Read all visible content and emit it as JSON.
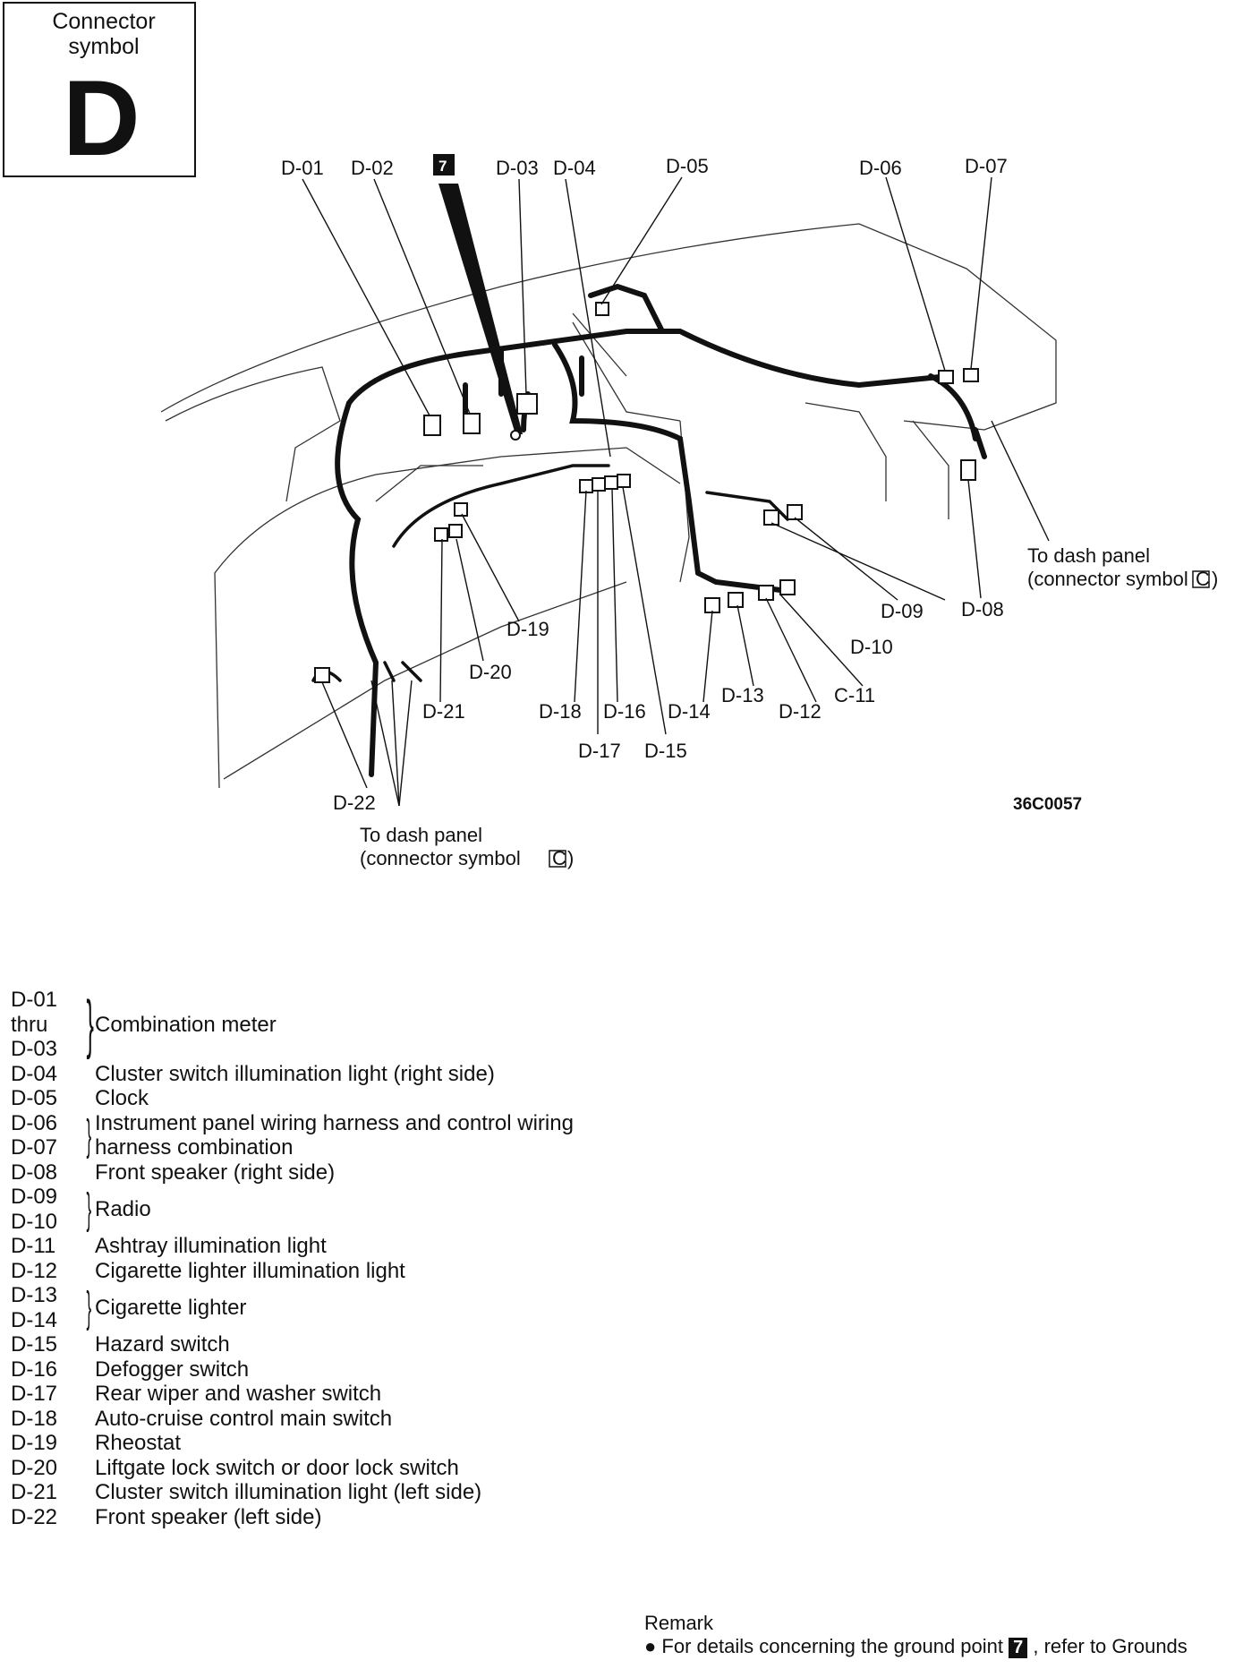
{
  "symbol": {
    "title": "Connector\nsymbol",
    "letter": "D"
  },
  "ground_point": "7",
  "figure_id": "36C0057",
  "labels": {
    "d01": "D-01",
    "d02": "D-02",
    "d03": "D-03",
    "d04": "D-04",
    "d05": "D-05",
    "d06": "D-06",
    "d07": "D-07",
    "d08": "D-08",
    "d09": "D-09",
    "d10": "D-10",
    "c11": "C-11",
    "d12": "D-12",
    "d13": "D-13",
    "d14": "D-14",
    "d15": "D-15",
    "d16": "D-16",
    "d17": "D-17",
    "d18": "D-18",
    "d19": "D-19",
    "d20": "D-20",
    "d21": "D-21",
    "d22": "D-22"
  },
  "to_dash_panel": {
    "line1": "To dash panel",
    "line2": "(connector symbol",
    "symbol": "C",
    "close": ")"
  },
  "legend": [
    {
      "codes": "D-01\nthru\nD-03",
      "desc": "Combination meter",
      "brace": true
    },
    {
      "codes": "D-04",
      "desc": "Cluster switch illumination light (right side)"
    },
    {
      "codes": "D-05",
      "desc": "Clock"
    },
    {
      "codes": "D-06\nD-07",
      "desc": "Instrument panel wiring harness and control wiring\nharness combination",
      "brace": true
    },
    {
      "codes": "D-08",
      "desc": "Front speaker (right side)"
    },
    {
      "codes": "D-09\nD-10",
      "desc": "Radio",
      "brace": true
    },
    {
      "codes": "D-11",
      "desc": "Ashtray illumination light"
    },
    {
      "codes": "D-12",
      "desc": "Cigarette lighter illumination light"
    },
    {
      "codes": "D-13\nD-14",
      "desc": "Cigarette lighter",
      "brace": true
    },
    {
      "codes": "D-15",
      "desc": "Hazard switch"
    },
    {
      "codes": "D-16",
      "desc": "Defogger switch"
    },
    {
      "codes": "D-17",
      "desc": "Rear wiper and washer switch"
    },
    {
      "codes": "D-18",
      "desc": "Auto-cruise control main switch"
    },
    {
      "codes": "D-19",
      "desc": "Rheostat"
    },
    {
      "codes": "D-20",
      "desc": "Liftgate lock switch or door lock switch"
    },
    {
      "codes": "D-21",
      "desc": "Cluster switch illumination light (left side)"
    },
    {
      "codes": "D-22",
      "desc": "Front speaker (left side)"
    }
  ],
  "remark": {
    "title": "Remark",
    "bullet": "For details concerning the ground point",
    "suffix": ", refer to Grounds"
  }
}
